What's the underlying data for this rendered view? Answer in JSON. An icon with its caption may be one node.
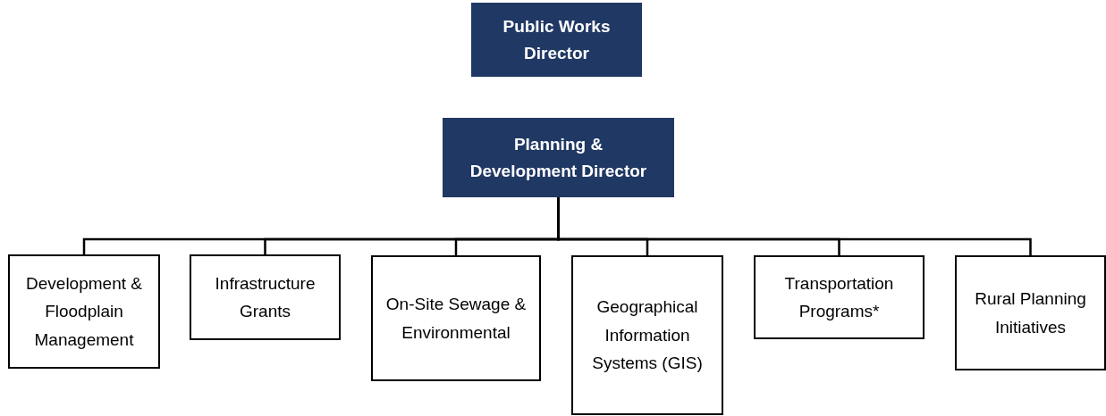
{
  "diagram": {
    "nodes": [
      {
        "text": [
          "Public Works Director"
        ]
      },
      {
        "text": [
          "Planning & Development Director"
        ]
      },
      {
        "text": [
          "Development & Floodplain Management"
        ]
      },
      {
        "text": [
          "Infrastructure Grants"
        ]
      },
      {
        "text": [
          "On-Site Sewage & Environmental"
        ]
      },
      {
        "text": [
          "Geographical Information Systems (GIS)"
        ]
      },
      {
        "text": [
          "Transportation Programs*"
        ]
      },
      {
        "text": [
          "Rural Planning Initiatives"
        ]
      }
    ],
    "edges": [
      {
        "from": 1,
        "to": 2,
        "arrow": "none"
      },
      {
        "from": 1,
        "to": 3,
        "arrow": "none"
      },
      {
        "from": 1,
        "to": 4,
        "arrow": "none"
      },
      {
        "from": 1,
        "to": 5,
        "arrow": "none"
      },
      {
        "from": 1,
        "to": 6,
        "arrow": "none"
      },
      {
        "from": 1,
        "to": 7,
        "arrow": "none"
      }
    ]
  }
}
